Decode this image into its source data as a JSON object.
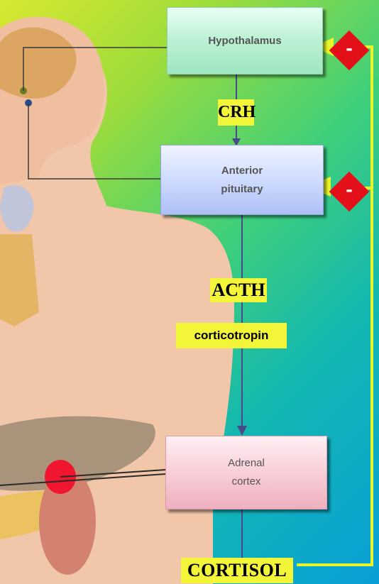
{
  "boxes": {
    "hypothalamus": "Hypothalamus",
    "anterior_pituitary": "Anterior\npituitary",
    "adrenal_cortex": "Adrenal\ncortex"
  },
  "labels": {
    "crh": "CRH",
    "acth": "ACTH",
    "corticotropin": "corticotropin",
    "cortisol": "CORTISOL"
  },
  "inhibition_marks": [
    "-",
    "-"
  ],
  "colors": {
    "label_yellow": "#f2f538",
    "feedback_line": "#e8f52a",
    "inhibition_red": "#e3101a",
    "arrow": "#4a4a8a"
  }
}
